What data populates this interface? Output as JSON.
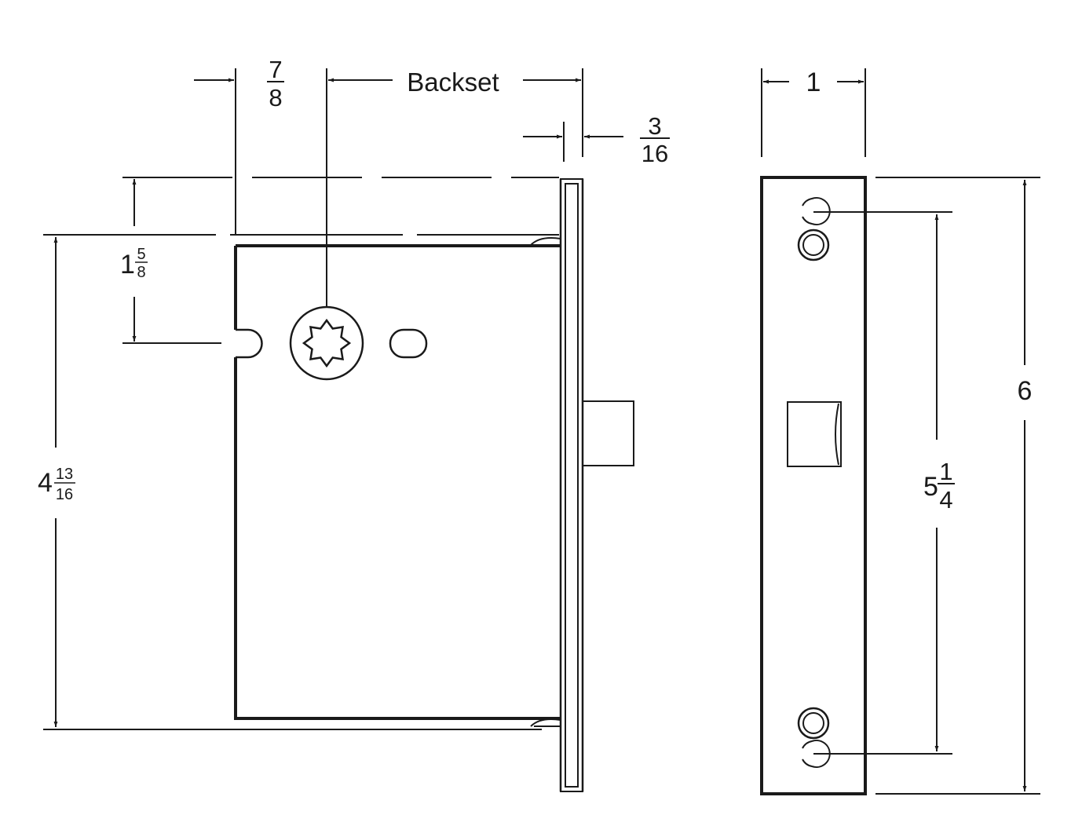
{
  "dimensions": {
    "side_offset_num": "7",
    "side_offset_den": "8",
    "backset_label": "Backset",
    "faceplate_thickness_num": "3",
    "faceplate_thickness_den": "16",
    "spindle_height_whole": "1",
    "spindle_height_num": "5",
    "spindle_height_den": "8",
    "case_height_whole": "4",
    "case_height_num": "13",
    "case_height_den": "16",
    "faceplate_width": "1",
    "faceplate_height": "6",
    "screw_spacing_whole": "5",
    "screw_spacing_num": "1",
    "screw_spacing_den": "4"
  },
  "colors": {
    "line": "#1a1a1a",
    "background": "#ffffff"
  },
  "icons": {
    "arrowhead": "arrow-icon",
    "spindle_hub": "star-hub-icon",
    "screw_hole": "screw-hole-icon"
  }
}
